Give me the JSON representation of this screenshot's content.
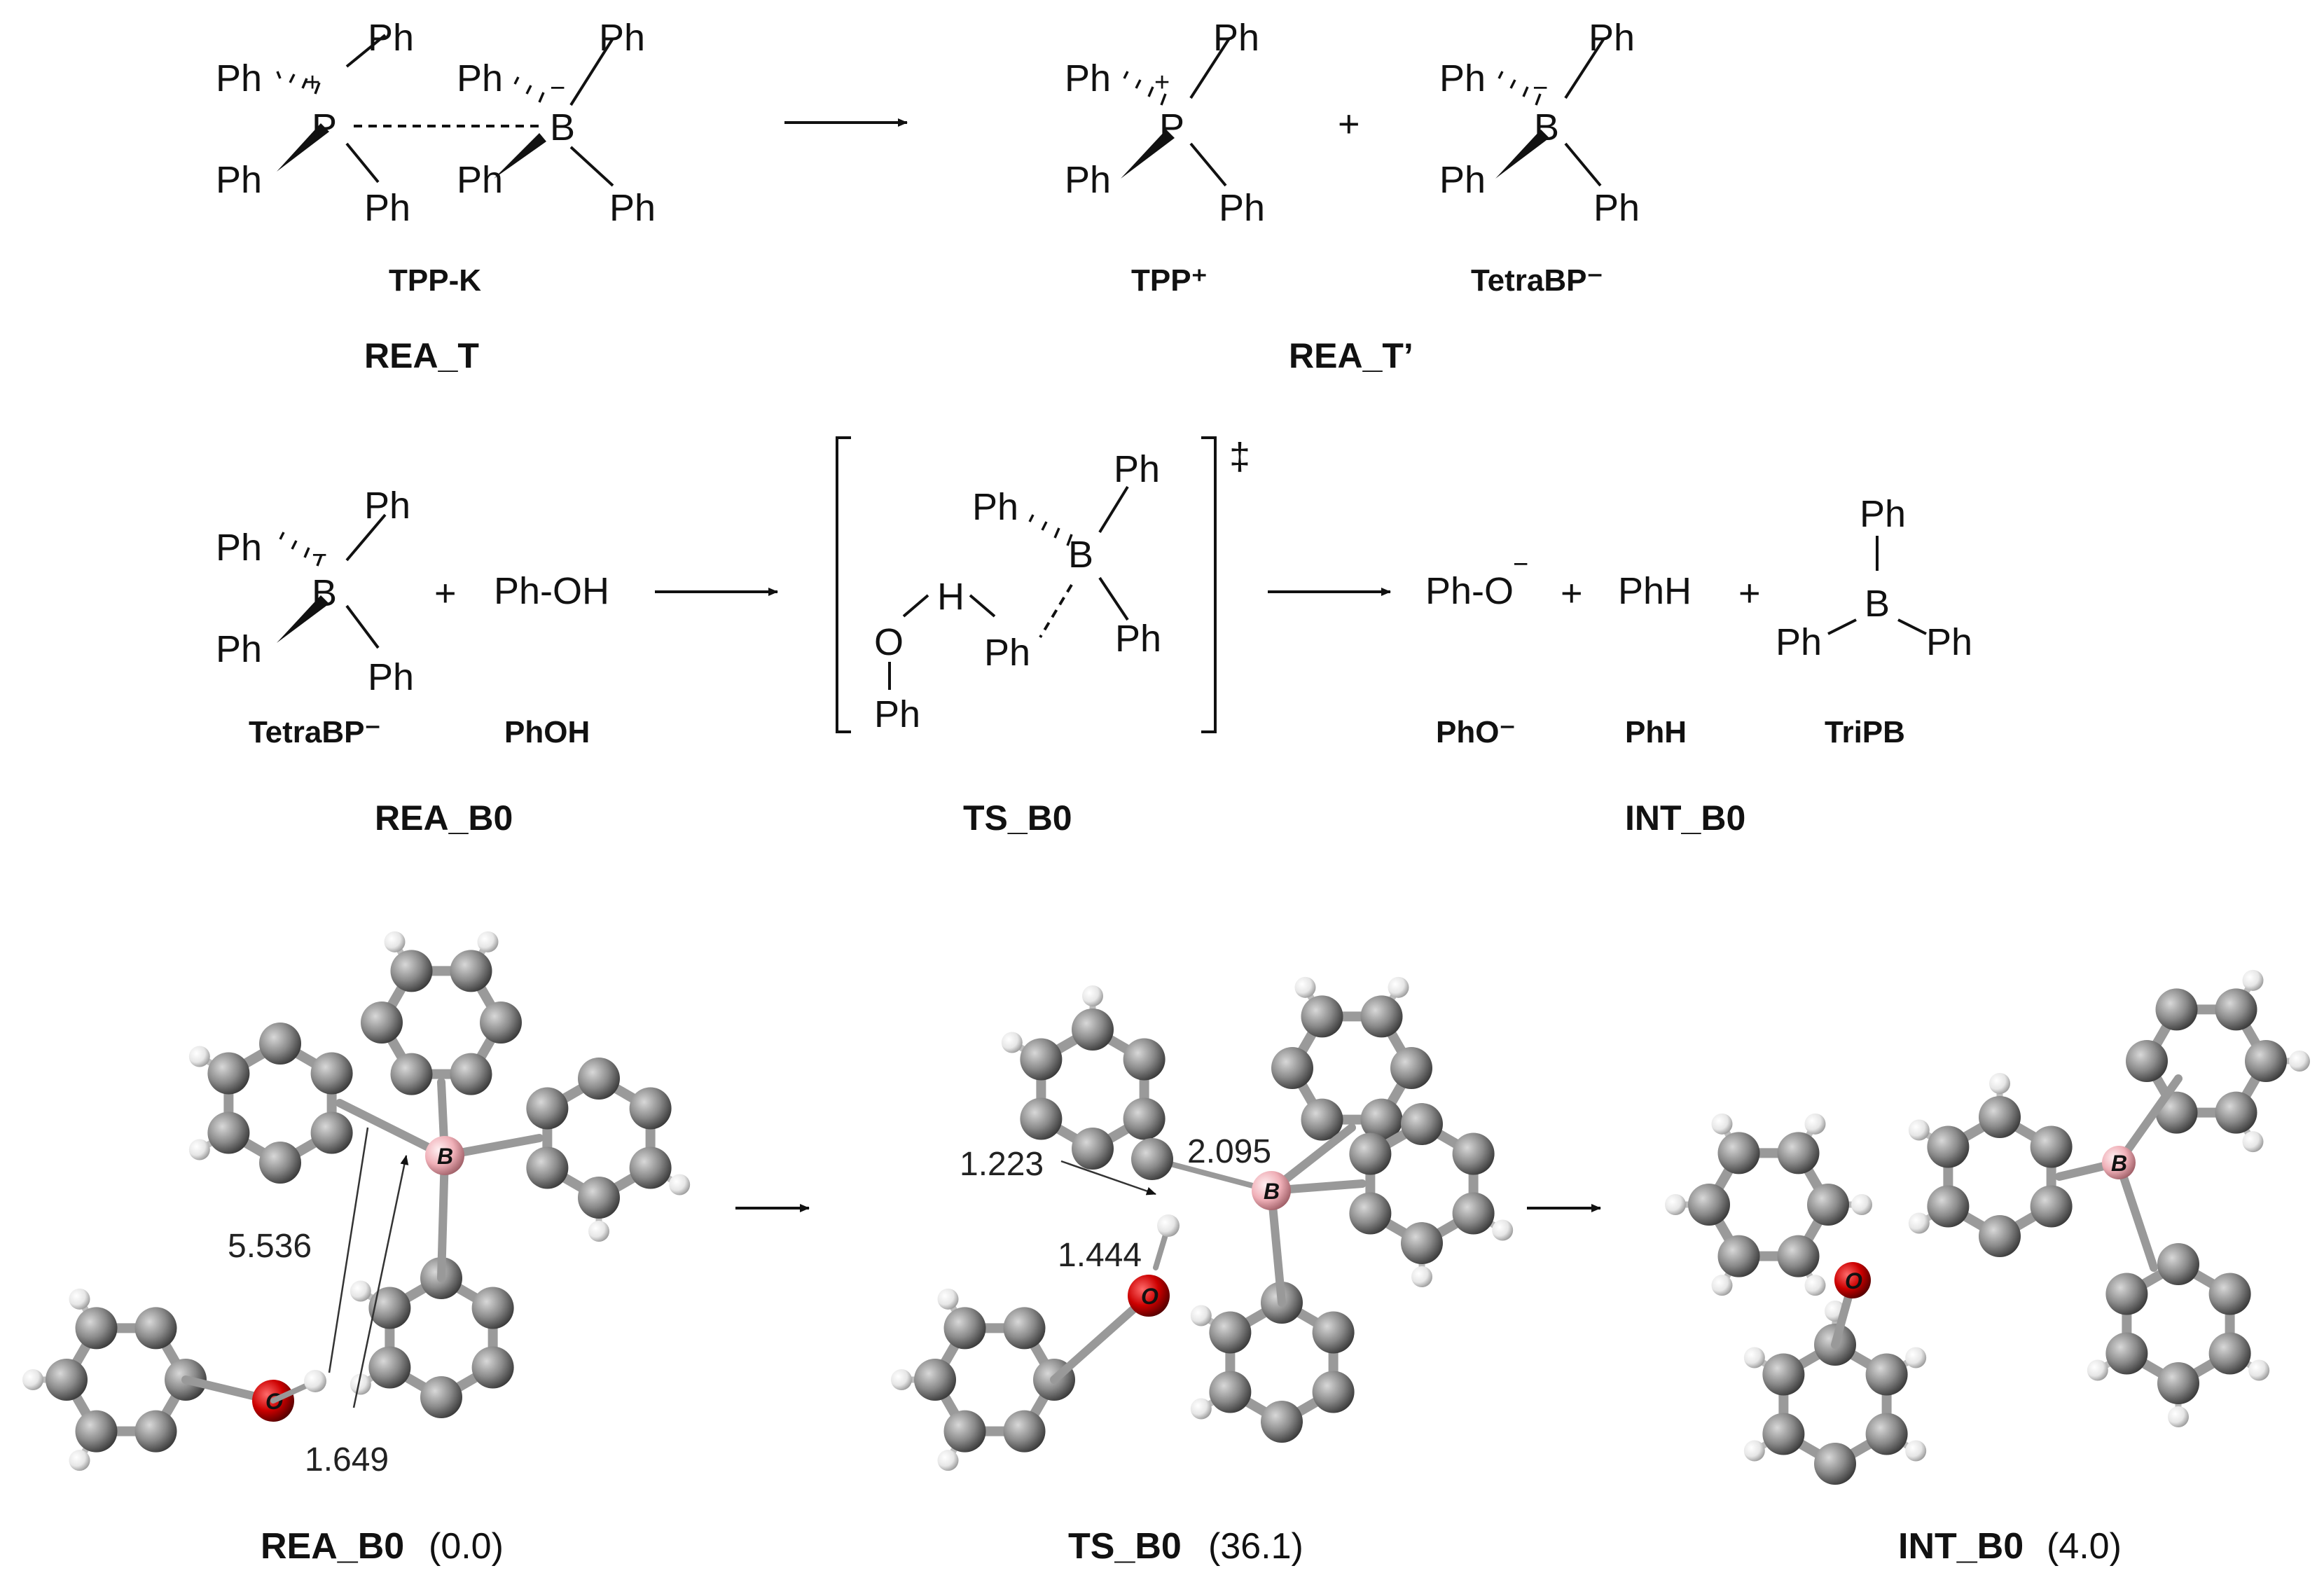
{
  "reaction1": {
    "reactant": {
      "p_substituents": [
        "Ph",
        "Ph",
        "Ph",
        "Ph"
      ],
      "b_substituents": [
        "Ph",
        "Ph",
        "Ph",
        "Ph"
      ],
      "p_atom": "P",
      "b_atom": "B",
      "p_charge": "+",
      "b_charge": "−",
      "name": "TPP-K"
    },
    "product1": {
      "substituents": [
        "Ph",
        "Ph",
        "Ph",
        "Ph"
      ],
      "atom": "P",
      "charge": "+",
      "name": "TPP⁺"
    },
    "plus": "+",
    "product2": {
      "substituents": [
        "Ph",
        "Ph",
        "Ph",
        "Ph"
      ],
      "atom": "B",
      "charge": "−",
      "name": "TetraBP⁻"
    },
    "left_label": "REA_T",
    "right_label": "REA_T’"
  },
  "reaction2": {
    "tetrabp": {
      "substituents": [
        "Ph",
        "Ph",
        "Ph",
        "Ph"
      ],
      "atom": "B",
      "charge": "−",
      "name": "TetraBP⁻"
    },
    "plus1": "+",
    "phenol": {
      "formula": "Ph-OH",
      "name": "PhOH"
    },
    "ts": {
      "ph_top_left": "Ph",
      "ph_top_right": "Ph",
      "ph_right": "Ph",
      "ph_bridge": "Ph",
      "ph_oxygen": "Ph",
      "b_atom": "B",
      "h_atom": "H",
      "o_atom": "O",
      "dagger": "‡"
    },
    "phenoxide": {
      "formula": "Ph-O",
      "charge": "−",
      "name": "PhO⁻"
    },
    "plus2": "+",
    "benzene": {
      "formula": "PhH",
      "name": "PhH"
    },
    "plus3": "+",
    "tripb": {
      "substituents": [
        "Ph",
        "Ph",
        "Ph"
      ],
      "atom": "B",
      "name": "TriPB"
    },
    "labels": {
      "reactant": "REA_B0",
      "ts": "TS_B0",
      "intermediate": "INT_B0"
    }
  },
  "structures": {
    "rea": {
      "distances": [
        "5.536",
        "1.649"
      ],
      "name": "REA_B0",
      "energy": "(0.0)",
      "o_label": "O",
      "b_label": "B"
    },
    "ts": {
      "distances": [
        "1.223",
        "2.095",
        "1.444"
      ],
      "name": "TS_B0",
      "energy": "(36.1)",
      "o_label": "O",
      "b_label": "B"
    },
    "int": {
      "name": "INT_B0",
      "energy": "(4.0)",
      "o_label": "O",
      "b_label": "B"
    }
  },
  "colors": {
    "carbon": "#8a8a8a",
    "hydrogen": "#e8e8e8",
    "oxygen": "#cc0000",
    "boron": "#f0b0b8"
  }
}
